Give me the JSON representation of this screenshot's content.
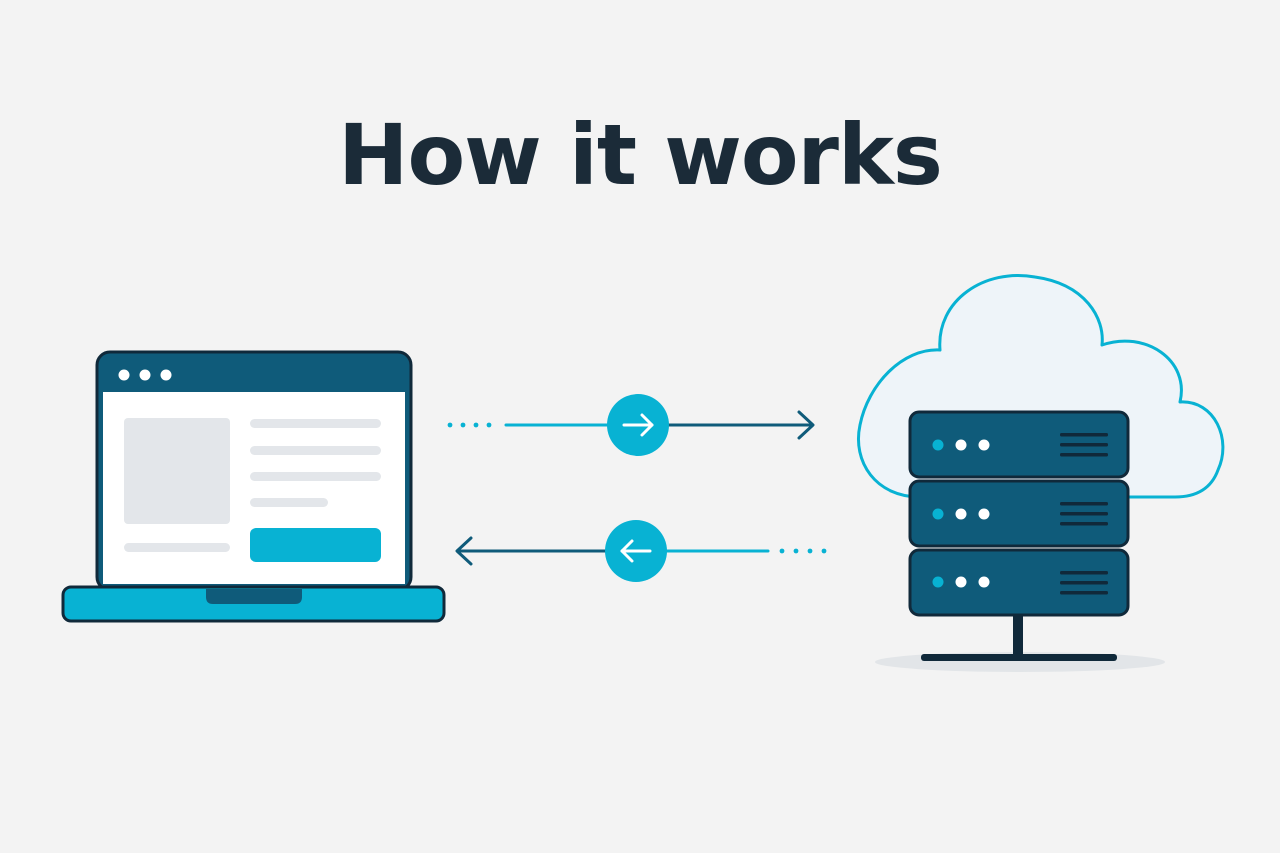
{
  "title": "How it works",
  "colors": {
    "background": "#f3f3f3",
    "title": "#1b2b38",
    "navy": "#0f5b7a",
    "outline": "#10293a",
    "cyan": "#08b2d3",
    "cloud_fill": "#eef4f9",
    "placeholder": "#e3e6ea"
  },
  "nodes": [
    {
      "id": "client",
      "icon": "laptop-browser-icon"
    },
    {
      "id": "server",
      "icon": "cloud-server-icon"
    }
  ],
  "flows": [
    {
      "from": "client",
      "to": "server",
      "direction": "right",
      "icon": "arrow-right-circle-icon"
    },
    {
      "from": "server",
      "to": "client",
      "direction": "left",
      "icon": "arrow-left-circle-icon"
    }
  ]
}
